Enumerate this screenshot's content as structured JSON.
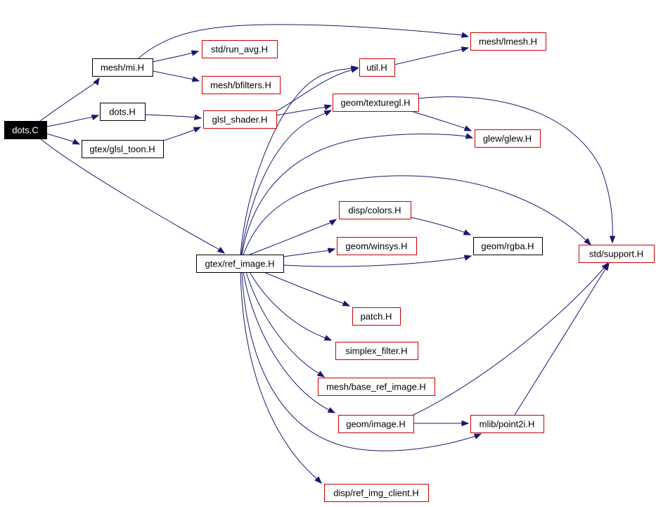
{
  "colors": {
    "edge": "#191970",
    "node_border_default": "#000000",
    "node_border_external": "#cc0000",
    "root_fill": "#000000",
    "root_text": "#ffffff",
    "node_fill": "#ffffff",
    "node_text": "#000000"
  },
  "nodes": [
    {
      "id": "dots_C",
      "label": "dots.C",
      "kind": "root"
    },
    {
      "id": "mesh_mi",
      "label": "mesh/mi.H",
      "kind": "internal"
    },
    {
      "id": "dots_H",
      "label": "dots.H",
      "kind": "internal"
    },
    {
      "id": "gtex_glsl_toon",
      "label": "gtex/glsl_toon.H",
      "kind": "internal"
    },
    {
      "id": "gtex_ref_image",
      "label": "gtex/ref_image.H",
      "kind": "internal"
    },
    {
      "id": "std_run_avg",
      "label": "std/run_avg.H",
      "kind": "external"
    },
    {
      "id": "mesh_bfilters",
      "label": "mesh/bfilters.H",
      "kind": "external"
    },
    {
      "id": "glsl_shader",
      "label": "glsl_shader.H",
      "kind": "external"
    },
    {
      "id": "util",
      "label": "util.H",
      "kind": "external"
    },
    {
      "id": "mesh_lmesh",
      "label": "mesh/lmesh.H",
      "kind": "external"
    },
    {
      "id": "geom_texturegl",
      "label": "geom/texturegl.H",
      "kind": "external"
    },
    {
      "id": "glew",
      "label": "glew/glew.H",
      "kind": "external"
    },
    {
      "id": "disp_colors",
      "label": "disp/colors.H",
      "kind": "external"
    },
    {
      "id": "geom_winsys",
      "label": "geom/winsys.H",
      "kind": "external"
    },
    {
      "id": "geom_rgba",
      "label": "geom/rgba.H",
      "kind": "internal"
    },
    {
      "id": "std_support",
      "label": "std/support.H",
      "kind": "external"
    },
    {
      "id": "patch",
      "label": "patch.H",
      "kind": "external"
    },
    {
      "id": "simplex_filter",
      "label": "simplex_filter.H",
      "kind": "external"
    },
    {
      "id": "mesh_base_ref",
      "label": "mesh/base_ref_image.H",
      "kind": "external"
    },
    {
      "id": "geom_image",
      "label": "geom/image.H",
      "kind": "external"
    },
    {
      "id": "mlib_point2i",
      "label": "mlib/point2i.H",
      "kind": "external"
    },
    {
      "id": "disp_ref_img",
      "label": "disp/ref_img_client.H",
      "kind": "external"
    }
  ],
  "edges": [
    {
      "from": "dots_C",
      "to": "mesh_mi"
    },
    {
      "from": "dots_C",
      "to": "dots_H"
    },
    {
      "from": "dots_C",
      "to": "gtex_glsl_toon"
    },
    {
      "from": "dots_C",
      "to": "gtex_ref_image"
    },
    {
      "from": "mesh_mi",
      "to": "mesh_lmesh"
    },
    {
      "from": "mesh_mi",
      "to": "std_run_avg"
    },
    {
      "from": "mesh_mi",
      "to": "mesh_bfilters"
    },
    {
      "from": "dots_H",
      "to": "glsl_shader"
    },
    {
      "from": "gtex_glsl_toon",
      "to": "glsl_shader"
    },
    {
      "from": "glsl_shader",
      "to": "util"
    },
    {
      "from": "glsl_shader",
      "to": "geom_texturegl"
    },
    {
      "from": "util",
      "to": "mesh_lmesh"
    },
    {
      "from": "geom_texturegl",
      "to": "glew"
    },
    {
      "from": "geom_texturegl",
      "to": "std_support"
    },
    {
      "from": "gtex_ref_image",
      "to": "util"
    },
    {
      "from": "gtex_ref_image",
      "to": "geom_texturegl"
    },
    {
      "from": "gtex_ref_image",
      "to": "glew"
    },
    {
      "from": "gtex_ref_image",
      "to": "std_support"
    },
    {
      "from": "gtex_ref_image",
      "to": "disp_colors"
    },
    {
      "from": "gtex_ref_image",
      "to": "geom_winsys"
    },
    {
      "from": "gtex_ref_image",
      "to": "geom_rgba"
    },
    {
      "from": "gtex_ref_image",
      "to": "patch"
    },
    {
      "from": "gtex_ref_image",
      "to": "simplex_filter"
    },
    {
      "from": "gtex_ref_image",
      "to": "mesh_base_ref"
    },
    {
      "from": "gtex_ref_image",
      "to": "geom_image"
    },
    {
      "from": "gtex_ref_image",
      "to": "mlib_point2i"
    },
    {
      "from": "gtex_ref_image",
      "to": "disp_ref_img"
    },
    {
      "from": "disp_colors",
      "to": "geom_rgba"
    },
    {
      "from": "geom_image",
      "to": "mlib_point2i"
    },
    {
      "from": "geom_image",
      "to": "std_support"
    },
    {
      "from": "mlib_point2i",
      "to": "std_support"
    }
  ]
}
